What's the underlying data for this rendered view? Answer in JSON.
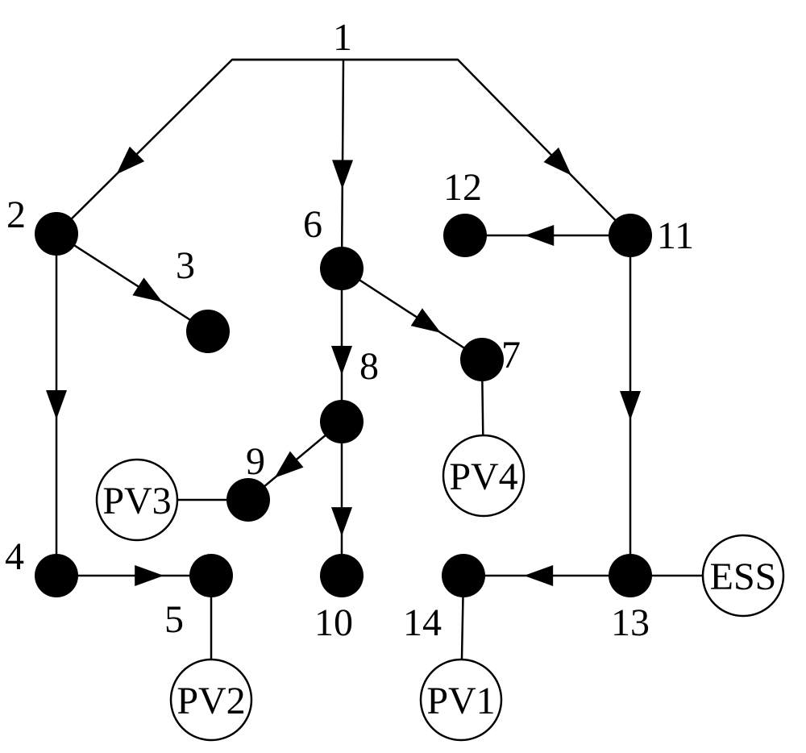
{
  "diagram": {
    "nodes": [
      {
        "id": "1",
        "label": "1"
      },
      {
        "id": "2",
        "label": "2"
      },
      {
        "id": "3",
        "label": "3"
      },
      {
        "id": "4",
        "label": "4"
      },
      {
        "id": "5",
        "label": "5"
      },
      {
        "id": "6",
        "label": "6"
      },
      {
        "id": "7",
        "label": "7"
      },
      {
        "id": "8",
        "label": "8"
      },
      {
        "id": "9",
        "label": "9"
      },
      {
        "id": "10",
        "label": "10"
      },
      {
        "id": "11",
        "label": "11"
      },
      {
        "id": "12",
        "label": "12"
      },
      {
        "id": "13",
        "label": "13"
      },
      {
        "id": "14",
        "label": "14"
      }
    ],
    "devices": [
      {
        "id": "PV1",
        "label": "PV1",
        "attached_to": "14"
      },
      {
        "id": "PV2",
        "label": "PV2",
        "attached_to": "5"
      },
      {
        "id": "PV3",
        "label": "PV3",
        "attached_to": "9"
      },
      {
        "id": "PV4",
        "label": "PV4",
        "attached_to": "7"
      },
      {
        "id": "ESS",
        "label": "ESS",
        "attached_to": "13"
      }
    ],
    "edges": [
      {
        "from": "1",
        "to": "2"
      },
      {
        "from": "1",
        "to": "6"
      },
      {
        "from": "1",
        "to": "11"
      },
      {
        "from": "2",
        "to": "3"
      },
      {
        "from": "2",
        "to": "4"
      },
      {
        "from": "4",
        "to": "5"
      },
      {
        "from": "6",
        "to": "7"
      },
      {
        "from": "6",
        "to": "8"
      },
      {
        "from": "8",
        "to": "9"
      },
      {
        "from": "8",
        "to": "10"
      },
      {
        "from": "11",
        "to": "12"
      },
      {
        "from": "11",
        "to": "13"
      },
      {
        "from": "13",
        "to": "14"
      }
    ]
  }
}
